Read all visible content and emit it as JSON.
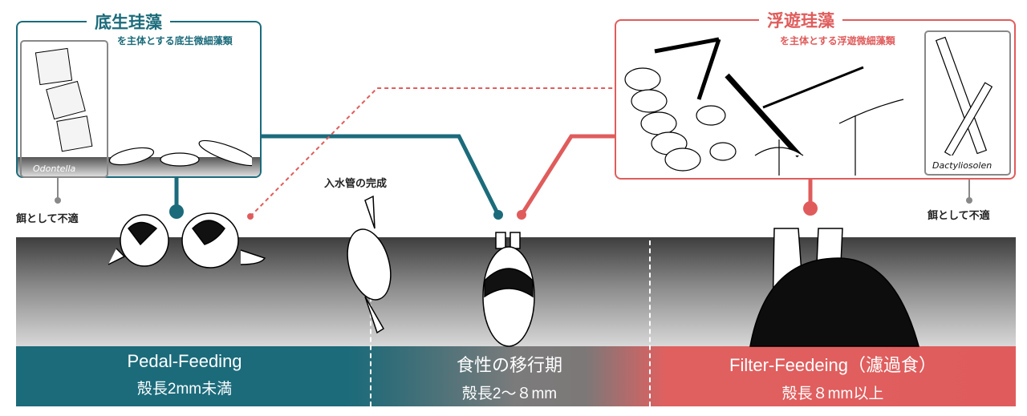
{
  "benthic": {
    "title": "底生珪藻",
    "subtitle": "を主体とする底生微細藻類",
    "genus": "Odontella",
    "note": "餌として不適"
  },
  "planktonic": {
    "title": "浮遊珪藻",
    "subtitle": "を主体とする浮遊微細藻類",
    "genus": "Dactyliosolen",
    "note": "餌として不適"
  },
  "siphon_label": "入水管の完成",
  "stages": [
    {
      "name": "Pedal-Feeding",
      "size": "殻長2mm未満"
    },
    {
      "name": "食性の移行期",
      "size": "殻長2～８mm"
    },
    {
      "name": "Filter-Feedeing（濾過食）",
      "size": "殻長８mm以上"
    }
  ],
  "colors": {
    "teal": "#1b6b7b",
    "red": "#e05c5c",
    "gray": "#888888"
  }
}
